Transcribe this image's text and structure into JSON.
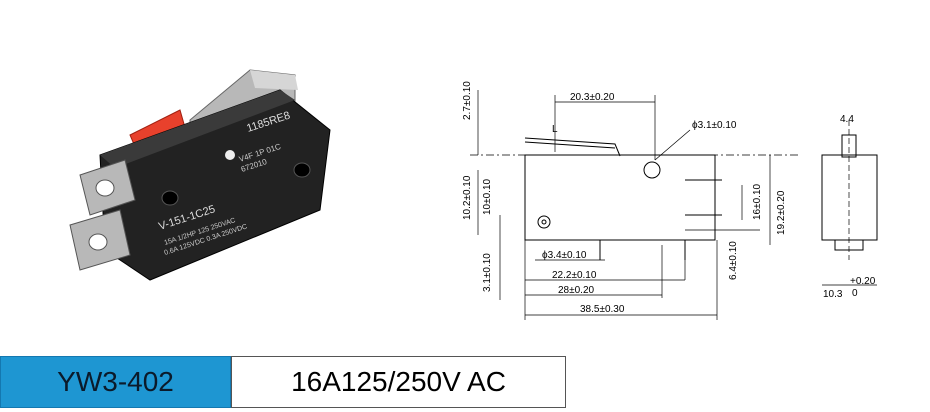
{
  "footer": {
    "model": "YW3-402",
    "rating": "16A125/250V AC"
  },
  "colors": {
    "model_box_bg": "#1e96d2",
    "body_black": "#222222",
    "actuator_red": "#e8412c",
    "metal": "#b8b8b8"
  },
  "photo": {
    "marks": [
      "1185RE8",
      "V4F 1P 01C",
      "672010",
      "V-151-1C25",
      "15A 1/2HP 125 250VAC",
      "0.6A 125VDC 0.3A 250VDC"
    ]
  },
  "dimensions": {
    "side_view": [
      "20.3±0.20",
      "ϕ3.1±0.10",
      "L",
      "2.7±0.10",
      "10.2±0.10",
      "10±0.10",
      "16±0.10",
      "19.2±0.20",
      "ϕ3.4±0.10",
      "22.2±0.10",
      "28±0.20",
      "38.5±0.30",
      "3.1±0.10",
      "6.4±0.10"
    ],
    "end_view": [
      "4.4",
      "10.3",
      "+0.20",
      "0"
    ]
  }
}
